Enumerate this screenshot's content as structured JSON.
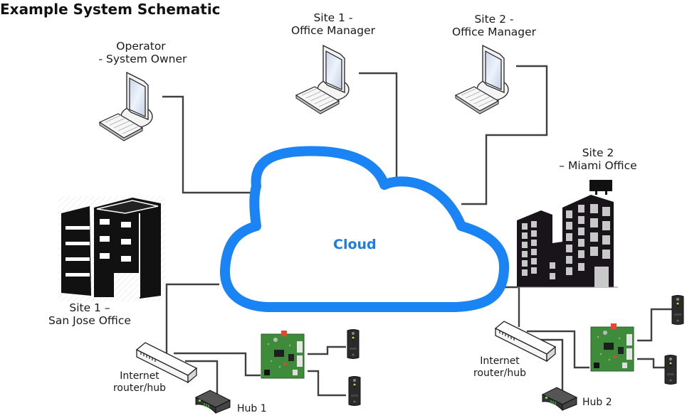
{
  "title": "Example System Schematic",
  "colors": {
    "cloud_stroke": "#1a84f5",
    "cloud_label": "#1a7ee8",
    "connector": "#404040",
    "building": "#111111",
    "board": "#3d8a3a"
  },
  "cloud": {
    "label": "Cloud",
    "icon": "cloud-icon"
  },
  "workstations": [
    {
      "id": "operator",
      "label": "Operator\n - System Owner",
      "icon": "computer-icon"
    },
    {
      "id": "site1-manager",
      "label": "Site 1 -\nOffice Manager",
      "icon": "computer-icon"
    },
    {
      "id": "site2-manager",
      "label": "Site 2 -\nOffice Manager",
      "icon": "computer-icon"
    }
  ],
  "sites": [
    {
      "id": "site1",
      "label": "Site 1 –\nSan Jose Office",
      "icon": "office-building-icon",
      "router_label": "Internet\nrouter/hub",
      "hub_label": "Hub 1",
      "controller_icon": "controller-board-icon",
      "reader_icon": "card-reader-icon",
      "reader_count": 2
    },
    {
      "id": "site2",
      "label": "Site 2\n– Miami Office",
      "icon": "city-building-icon",
      "router_label": "Internet\nrouter/hub",
      "hub_label": "Hub 2",
      "controller_icon": "controller-board-icon",
      "reader_icon": "card-reader-icon",
      "reader_count": 2
    }
  ]
}
